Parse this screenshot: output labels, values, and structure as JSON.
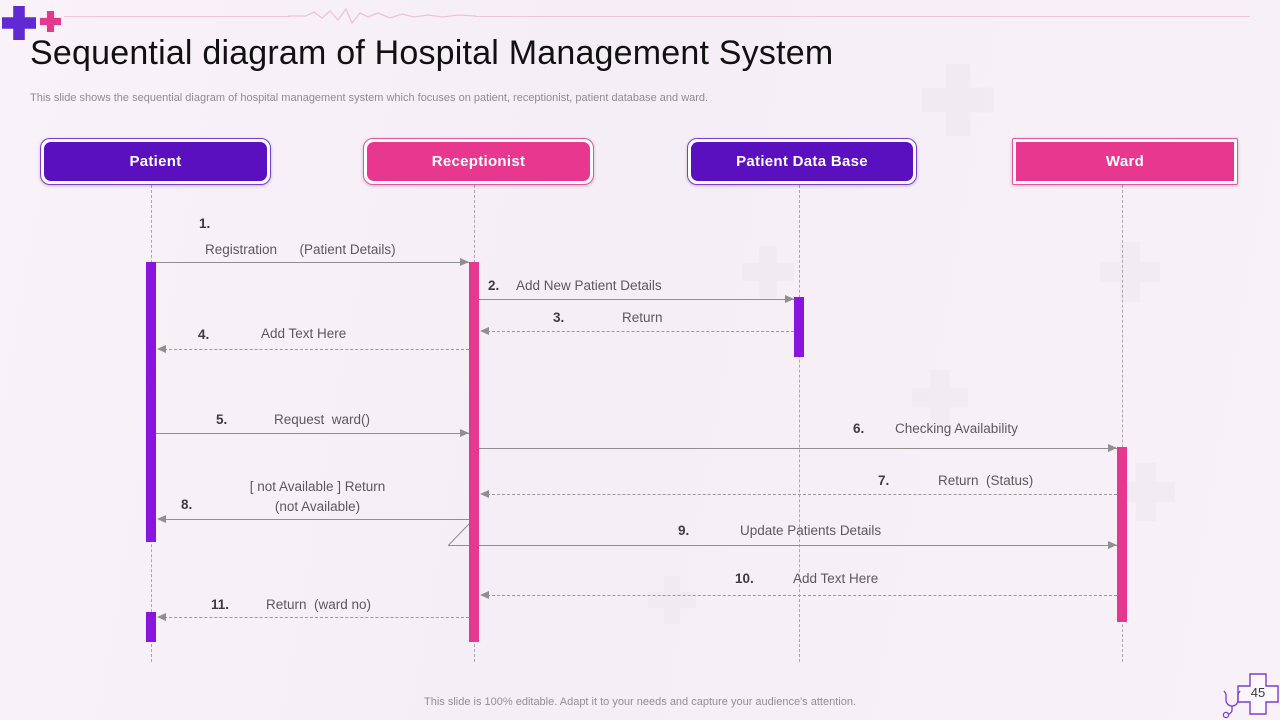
{
  "slide": {
    "title": "Sequential diagram of Hospital Management System",
    "subtitle": "This slide shows the sequential diagram of hospital management system which focuses on patient, receptionist, patient database and ward.",
    "footer": "This slide is 100% editable. Adapt it to your needs and capture your audience's attention.",
    "page_number": "45"
  },
  "colors": {
    "purple_fill": "#5a10bf",
    "purple_activation_bar": "#8a15e0",
    "pink_fill": "#e8378f",
    "header_line_pink": "#f0c6db",
    "arrow_gray": "#8f8f8f",
    "label_gray": "#5a5a5a",
    "background": "#f8f0f7",
    "plus_icon_large": "#6129d2",
    "plus_icon_small": "#e23a8e",
    "page_cross_outline": "#7a3fd0"
  },
  "icons": {
    "plus_large": "plus-icon",
    "plus_small": "plus-icon",
    "ecg": "heartbeat-line-icon",
    "page_cross": "medical-cross-icon",
    "stethoscope": "stethoscope-icon",
    "watermark": "medical-cross-watermark"
  },
  "actors": [
    {
      "label": "Patient",
      "color": "#5a10bf",
      "shape": "rounded"
    },
    {
      "label": "Receptionist",
      "color": "#e8378f",
      "shape": "rounded"
    },
    {
      "label": "Patient Data Base",
      "color": "#5a10bf",
      "shape": "rounded"
    },
    {
      "label": "Ward",
      "color": "#e8378f",
      "shape": "rectangle"
    }
  ],
  "messages": [
    {
      "num": "1.",
      "label": "Registration      (Patient Details)",
      "from": "Patient",
      "to": "Receptionist",
      "style": "solid"
    },
    {
      "num": "2.",
      "label": "Add New Patient Details",
      "from": "Receptionist",
      "to": "Patient Data Base",
      "style": "solid"
    },
    {
      "num": "3.",
      "label": "Return",
      "from": "Patient Data Base",
      "to": "Receptionist",
      "style": "dashed"
    },
    {
      "num": "4.",
      "label": "Add Text Here",
      "from": "Receptionist",
      "to": "Patient",
      "style": "dashed"
    },
    {
      "num": "5.",
      "label": "Request  ward()",
      "from": "Patient",
      "to": "Receptionist",
      "style": "solid"
    },
    {
      "num": "6.",
      "label": "Checking Availability",
      "from": "Receptionist",
      "to": "Ward",
      "style": "solid"
    },
    {
      "num": "7.",
      "label": "Return  (Status)",
      "from": "Ward",
      "to": "Receptionist",
      "style": "dashed"
    },
    {
      "num": "8.",
      "label": "[ not Available ] Return\n(not Available)",
      "from": "Receptionist",
      "to": "Patient",
      "style": "solid"
    },
    {
      "num": "9.",
      "label": "Update Patients Details",
      "from": "Receptionist",
      "to": "Ward",
      "style": "solid"
    },
    {
      "num": "10.",
      "label": "Add Text Here",
      "from": "Ward",
      "to": "Receptionist",
      "style": "dashed"
    },
    {
      "num": "11.",
      "label": "Return  (ward no)",
      "from": "Receptionist",
      "to": "Patient",
      "style": "dashed"
    }
  ]
}
